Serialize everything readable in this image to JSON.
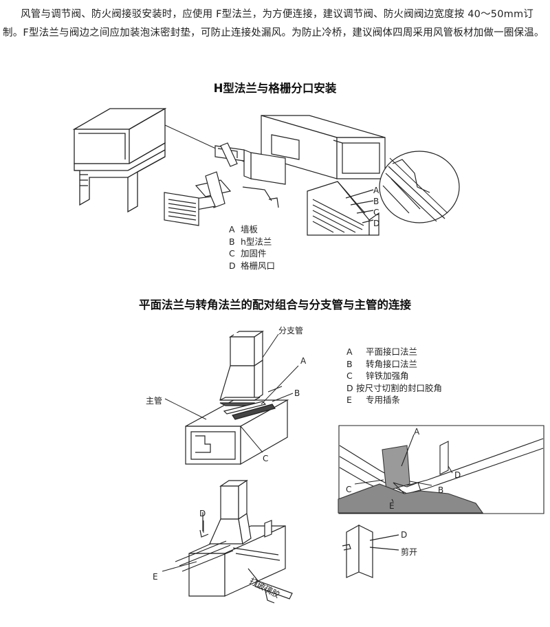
{
  "intro_text": "风管与调节阀、防火阀接驳安装时，应使用 F型法兰，为方便连接，建议调节阀、防火阀阀边宽度按 40～50mm订制。F型法兰与阀边之间应加装泡沫密封垫，可防止连接处漏风。为防止冷桥，建议阀体四周采用风管板材加做一圈保温。",
  "section1": {
    "title": "H型法兰与格栅分口安装",
    "legend": [
      {
        "key": "A",
        "text": "墙板"
      },
      {
        "key": "B",
        "text": "h型法兰"
      },
      {
        "key": "C",
        "text": "加固件"
      },
      {
        "key": "D",
        "text": "格栅风口"
      }
    ],
    "callouts": [
      "A",
      "B",
      "C",
      "D"
    ]
  },
  "section2": {
    "title": "平面法兰与转角法兰的配对组合与分支管与主管的连接",
    "legend": [
      {
        "key": "A",
        "text": "平面接口法兰"
      },
      {
        "key": "B",
        "text": "转角接口法兰"
      },
      {
        "key": "C",
        "text": "锌铁加强角"
      },
      {
        "key": "D",
        "text": "按尺寸切割的封口胶角"
      },
      {
        "key": "E",
        "text": "专用插条"
      }
    ],
    "labels": {
      "branch_pipe": "分支管",
      "main_pipe": "主管",
      "glue": "打玻璃胶",
      "cut": "剪开"
    },
    "callouts": [
      "A",
      "B",
      "C",
      "D",
      "E"
    ]
  },
  "icons": [
    "h-flange-profile-drawing",
    "grille-installation-drawing",
    "branch-connection-drawing",
    "corner-detail-drawing"
  ]
}
